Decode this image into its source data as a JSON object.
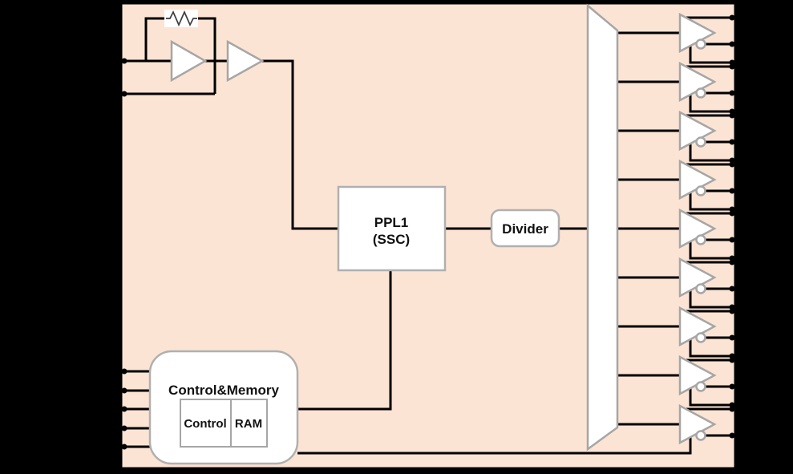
{
  "blocks": {
    "pll": {
      "line1": "PPL1",
      "line2": "(SSC)"
    },
    "divider": {
      "label": "Divider"
    },
    "control_memory": {
      "title": "Control&Memory",
      "control": "Control",
      "ram": "RAM"
    }
  },
  "output_stage": {
    "buffer_count": 9
  },
  "input_stubs": {
    "oscillator_pins": 2,
    "control_pins": 5
  },
  "colors": {
    "background": "#000000",
    "chip_fill": "#fce4d4",
    "wire": "#000000",
    "symbol_stroke": "#a6a6a6",
    "symbol_fill": "#ffffff"
  }
}
